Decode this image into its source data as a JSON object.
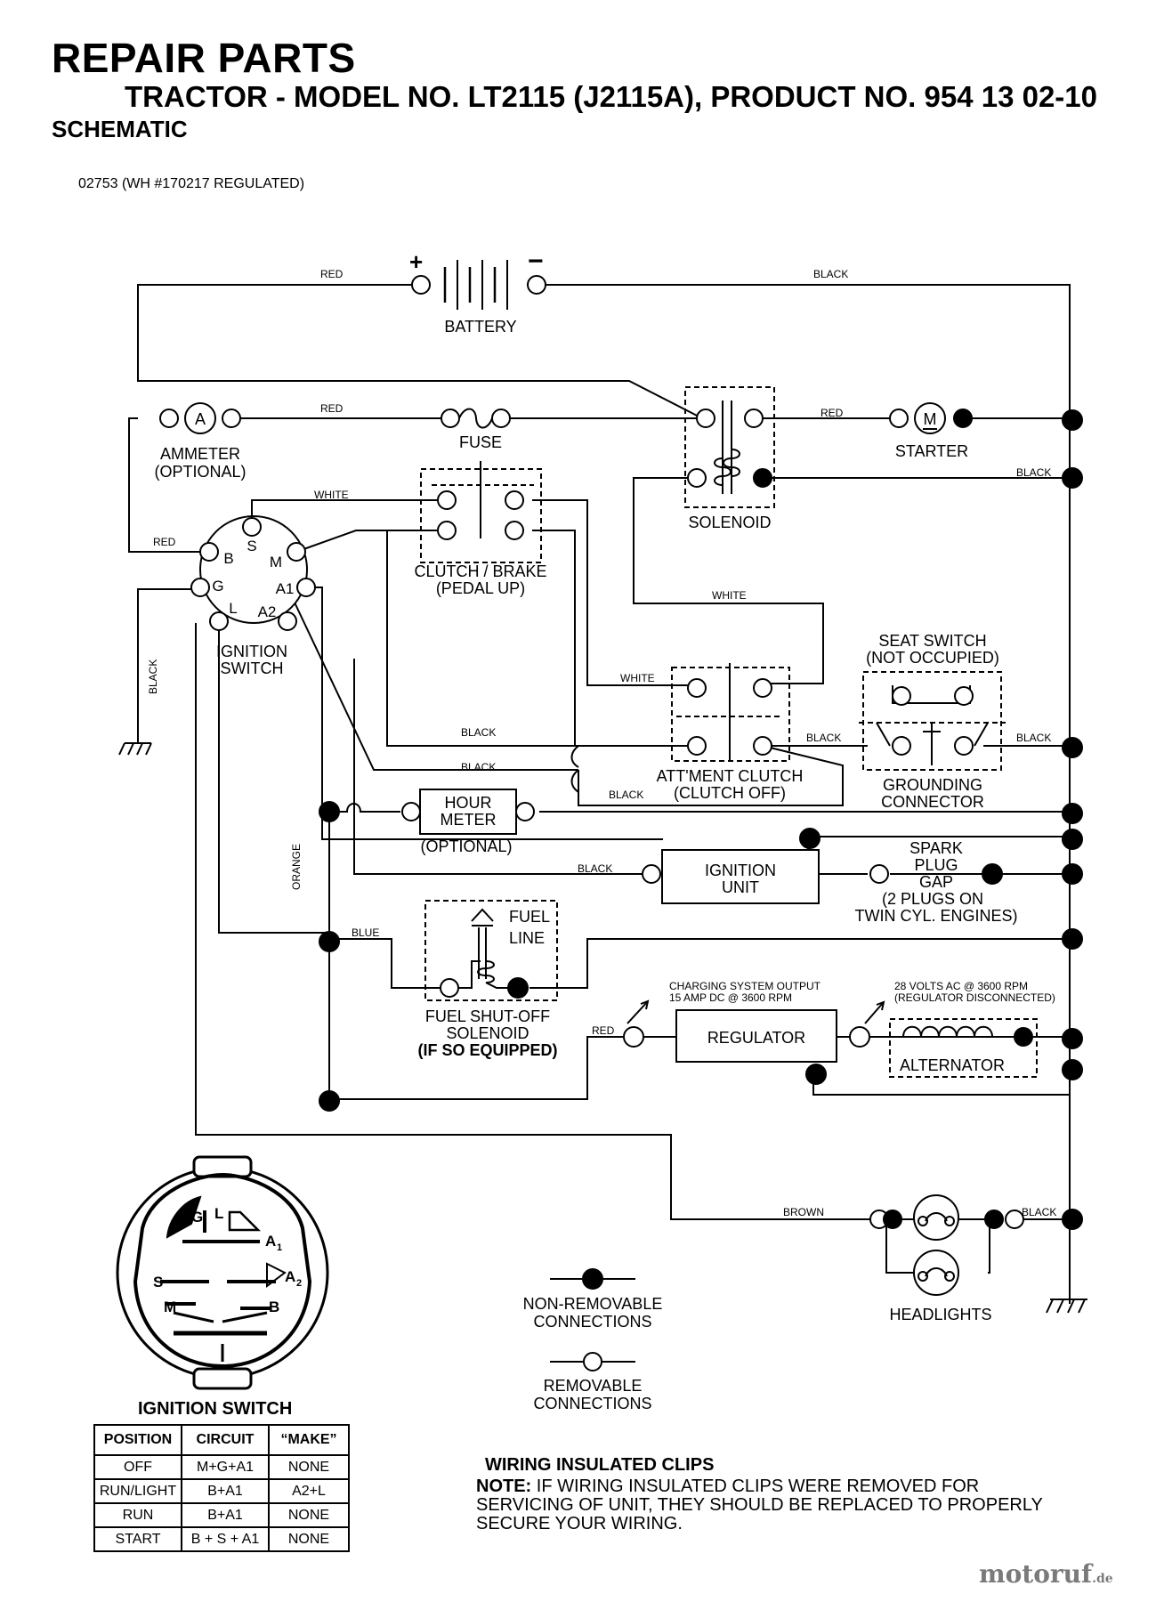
{
  "header": {
    "title": "REPAIR PARTS",
    "subtitle": "TRACTOR - MODEL NO. LT2115 (J2115A), PRODUCT NO. 954 13 02-10",
    "section": "SCHEMATIC",
    "doc_id": "02753 (WH #170217 REGULATED)"
  },
  "components": {
    "battery": "BATTERY",
    "battery_plus": "+",
    "battery_minus": "−",
    "ammeter_line1": "AMMETER",
    "ammeter_line2": "(OPTIONAL)",
    "ammeter_symbol": "A",
    "fuse": "FUSE",
    "starter": "STARTER",
    "starter_symbol": "M",
    "solenoid": "SOLENOID",
    "ignition_switch_line1": "IGNITION",
    "ignition_switch_line2": "SWITCH",
    "terminal_b": "B",
    "terminal_s": "S",
    "terminal_m": "M",
    "terminal_g": "G",
    "terminal_a1": "A1",
    "terminal_l": "L",
    "terminal_a2": "A2",
    "clutch_brake_line1": "CLUTCH / BRAKE",
    "clutch_brake_line2": "(PEDAL UP)",
    "seat_switch_line1": "SEAT SWITCH",
    "seat_switch_line2": "(NOT OCCUPIED)",
    "attment_clutch_line1": "ATT'MENT CLUTCH",
    "attment_clutch_line2": "(CLUTCH OFF)",
    "grounding_line1": "GROUNDING",
    "grounding_line2": "CONNECTOR",
    "hour_meter_line1": "HOUR",
    "hour_meter_line2": "METER",
    "hour_meter_line3": "(OPTIONAL)",
    "ignition_unit_line1": "IGNITION",
    "ignition_unit_line2": "UNIT",
    "spark_line1": "SPARK",
    "spark_line2": "PLUG",
    "spark_line3": "GAP",
    "spark_line4": "(2 PLUGS ON",
    "spark_line5": "TWIN CYL. ENGINES)",
    "fuel_line1": "FUEL",
    "fuel_line2": "LINE",
    "fuel_sol_line1": "FUEL SHUT-OFF",
    "fuel_sol_line2": "SOLENOID",
    "fuel_sol_line3": "(IF SO EQUIPPED)",
    "charging_line1": "CHARGING SYSTEM OUTPUT",
    "charging_line2": "15 AMP DC @ 3600 RPM",
    "ac_line1": "28 VOLTS AC @ 3600 RPM",
    "ac_line2": "(REGULATOR DISCONNECTED)",
    "regulator": "REGULATOR",
    "alternator": "ALTERNATOR",
    "headlights": "HEADLIGHTS"
  },
  "wires": {
    "red": "RED",
    "black": "BLACK",
    "white": "WHITE",
    "orange": "ORANGE",
    "blue": "BLUE",
    "brown": "BROWN"
  },
  "legend": {
    "non_removable_line1": "NON-REMOVABLE",
    "non_removable_line2": "CONNECTIONS",
    "removable_line1": "REMOVABLE",
    "removable_line2": "CONNECTIONS"
  },
  "ignition_face": {
    "g": "G",
    "l": "L",
    "a1": "A",
    "a1_sub": "1",
    "a2": "A",
    "a2_sub": "2",
    "s": "S",
    "m": "M",
    "b": "B"
  },
  "ignition_table": {
    "title": "IGNITION SWITCH",
    "headers": [
      "POSITION",
      "CIRCUIT",
      "“MAKE”"
    ],
    "rows": [
      [
        "OFF",
        "M+G+A1",
        "NONE"
      ],
      [
        "RUN/LIGHT",
        "B+A1",
        "A2+L"
      ],
      [
        "RUN",
        "B+A1",
        "NONE"
      ],
      [
        "START",
        "B + S + A1",
        "NONE"
      ]
    ]
  },
  "clips": {
    "title": "WIRING INSULATED CLIPS",
    "note_label": "NOTE:",
    "note_text": " IF WIRING INSULATED CLIPS WERE REMOVED FOR SERVICING OF UNIT, THEY SHOULD BE REPLACED TO PROPERLY SECURE YOUR WIRING."
  },
  "watermark": {
    "main": "motoruf",
    "suffix": ".de"
  }
}
